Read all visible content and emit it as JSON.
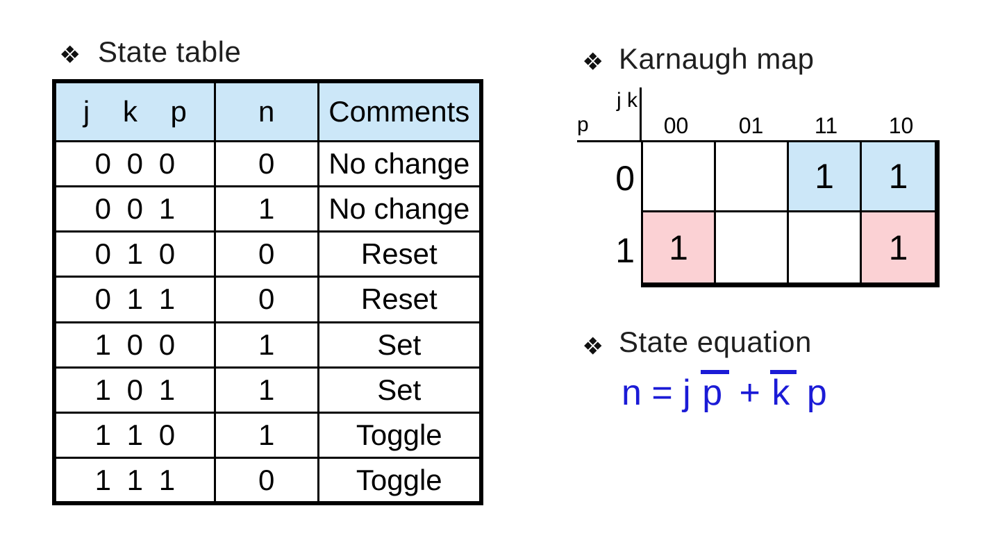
{
  "state_table": {
    "heading": "State table",
    "bullet_icon": "four-diamond-bullet",
    "columns": [
      "j k p",
      "n",
      "Comments"
    ],
    "rows": [
      {
        "jkp": "0 0 0",
        "n": "0",
        "comment": "No change"
      },
      {
        "jkp": "0 0 1",
        "n": "1",
        "comment": "No change"
      },
      {
        "jkp": "0 1 0",
        "n": "0",
        "comment": "Reset"
      },
      {
        "jkp": "0 1 1",
        "n": "0",
        "comment": "Reset"
      },
      {
        "jkp": "1 0 0",
        "n": "1",
        "comment": "Set"
      },
      {
        "jkp": "1 0 1",
        "n": "1",
        "comment": "Set"
      },
      {
        "jkp": "1 1 0",
        "n": "1",
        "comment": "Toggle"
      },
      {
        "jkp": "1 1 1",
        "n": "0",
        "comment": "Toggle"
      }
    ]
  },
  "kmap": {
    "heading": "Karnaugh map",
    "bullet_icon": "four-diamond-bullet",
    "col_var": "j k",
    "row_var": "p",
    "col_labels": [
      "00",
      "01",
      "11",
      "10"
    ],
    "row_labels": [
      "0",
      "1"
    ],
    "cells": [
      [
        {
          "value": "",
          "fill": "none"
        },
        {
          "value": "",
          "fill": "none"
        },
        {
          "value": "1",
          "fill": "blue"
        },
        {
          "value": "1",
          "fill": "blue"
        }
      ],
      [
        {
          "value": "1",
          "fill": "pink"
        },
        {
          "value": "",
          "fill": "none"
        },
        {
          "value": "",
          "fill": "none"
        },
        {
          "value": "1",
          "fill": "pink"
        }
      ]
    ]
  },
  "equation": {
    "heading": "State equation",
    "bullet_icon": "four-diamond-bullet",
    "text_plain": "n = j p̅ + k̅ p",
    "segments": [
      {
        "text": "n = j ",
        "overline": false
      },
      {
        "text": "p",
        "overline": true
      },
      {
        "text": " + ",
        "overline": false
      },
      {
        "text": "k",
        "overline": true
      },
      {
        "text": " p",
        "overline": false
      }
    ]
  },
  "colors": {
    "table_header_fill": "#cce7f8",
    "kmap_group_blue_fill": "#cce7f8",
    "kmap_group_pink_fill": "#fbd1d4",
    "equation_color": "#1b1bd6",
    "heading_color": "#1f1f1f"
  }
}
